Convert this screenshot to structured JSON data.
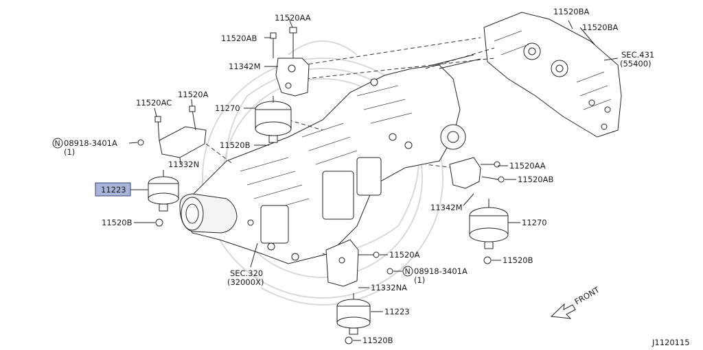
{
  "labels": {
    "p11520AA_top": "11520AA",
    "p11520AB_top": "11520AB",
    "p11342M_top": "11342M",
    "p11270_left": "11270",
    "p11520B_left_mid": "11520B",
    "p11520AC": "11520AC",
    "p11520A_top": "11520A",
    "p08918_left": "08918-3401A",
    "p08918_left_qty": "(1)",
    "p11332N": "11332N",
    "p11223_highlight": "11223",
    "p11520B_left_low": "11520B",
    "sec320": "SEC.320",
    "sec320_sub": "(32000X)",
    "p11520BA_1": "11520BA",
    "p11520BA_2": "11520BA",
    "sec431": "SEC.431",
    "sec431_sub": "(55400)",
    "p11520AA_right": "11520AA",
    "p11520AB_right": "11520AB",
    "p11342M_right": "11342M",
    "p11270_right": "11270",
    "p11520B_right": "11520B",
    "p11520A_bottom": "11520A",
    "p08918_bottom": "08918-3401A",
    "p08918_bottom_qty": "(1)",
    "p11332NA": "11332NA",
    "p11223_bottom": "11223",
    "p11520B_bottom": "11520B",
    "front": "FRONT",
    "diagram_id": "J1120115"
  },
  "colors": {
    "highlight_fill": "#a9b4d9",
    "highlight_stroke": "#3a3f7a",
    "line": "#222222",
    "watermark": "#d9d9d9"
  },
  "icons": {
    "front_arrow": "arrow-icon",
    "nut_marker": "circled-n-icon"
  }
}
